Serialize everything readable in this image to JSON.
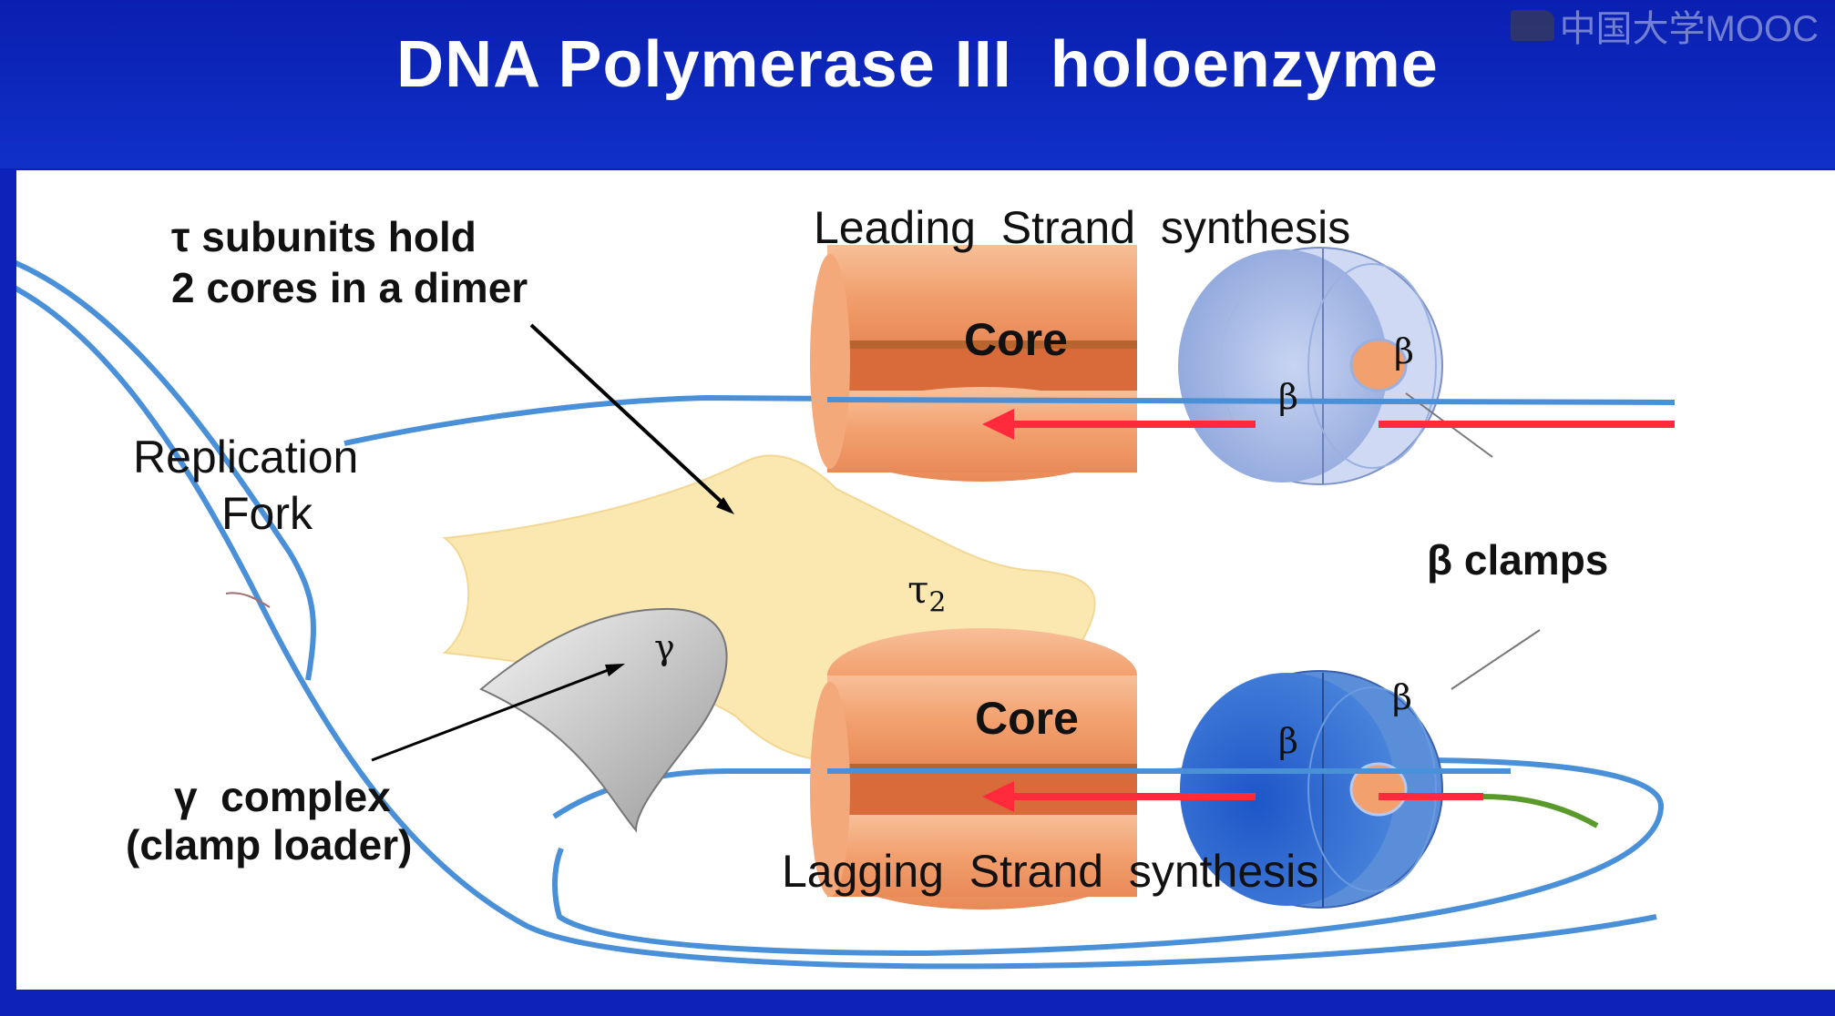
{
  "title": "DNA Polymerase III  holoenzyme",
  "watermark": "中国大学MOOC",
  "labels": {
    "tau_line1": "τ subunits hold",
    "tau_line2": "2 cores in a dimer",
    "leading": "Leading  Strand  synthesis",
    "lagging": "Lagging  Strand  synthesis",
    "replication": "Replication",
    "fork": "Fork",
    "core_top": "Core",
    "core_bottom": "Core",
    "tau2": "τ",
    "tau2_sub": "2",
    "gamma": "γ",
    "gamma_complex": "γ  complex",
    "clamp_loader": "(clamp loader)",
    "beta_clamps": "β clamps",
    "beta": "β"
  },
  "colors": {
    "header": "#0c22b8",
    "dna_strand": "#4a90d8",
    "new_strand": "#ff2a3c",
    "okazaki_primer": "#5a9a2a",
    "core": "#f2a477",
    "tau_hub": "#fbe7b0",
    "beta_clamp_light": "#a8bce8",
    "beta_clamp_dark": "#2a60c8",
    "gamma_complex": "#c8c8c8"
  }
}
